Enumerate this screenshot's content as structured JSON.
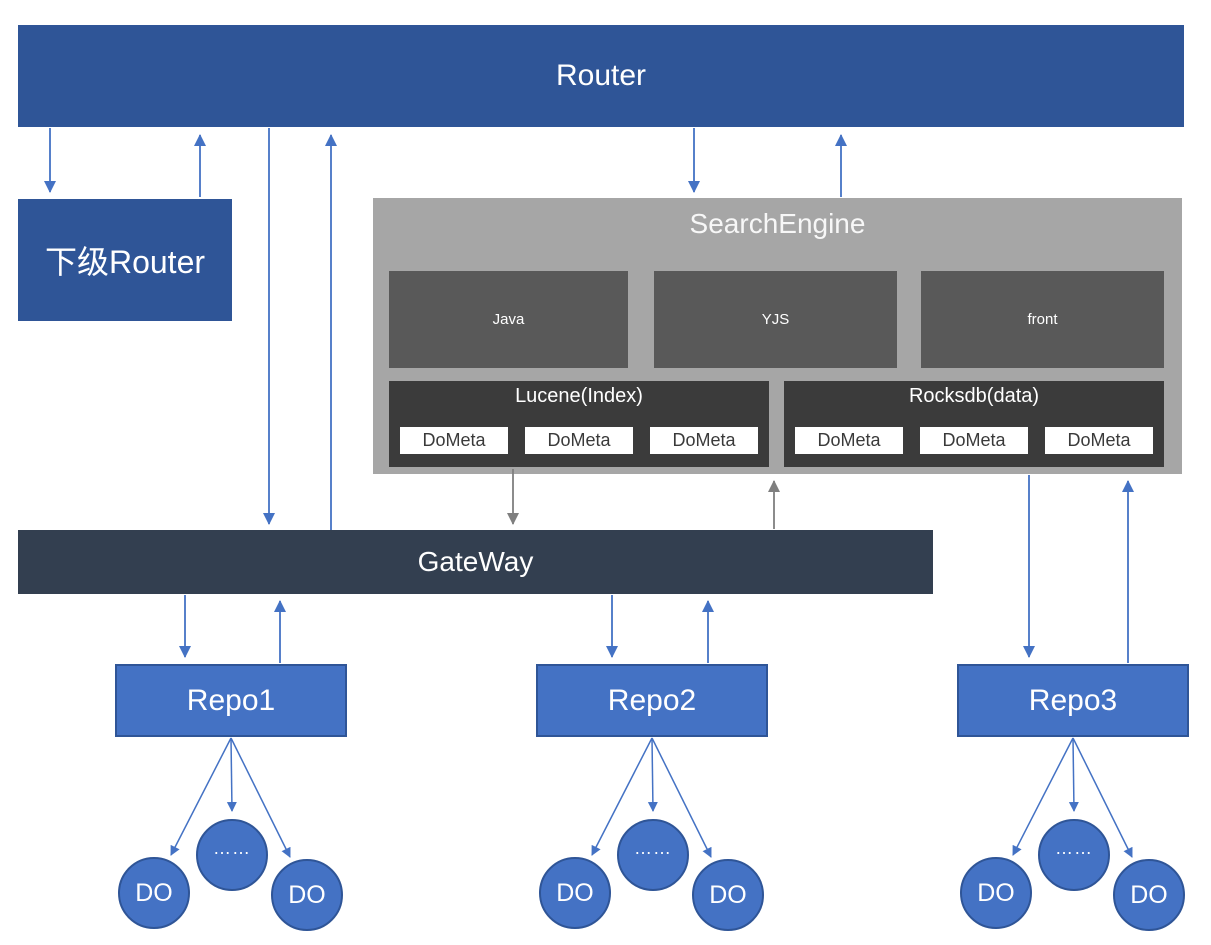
{
  "diagram": {
    "router": "Router",
    "sub_router": "下级Router",
    "search_engine": {
      "title": "SearchEngine",
      "panels": [
        "Java",
        "YJS",
        "front"
      ],
      "stores": [
        {
          "title": "Lucene(Index)",
          "items": [
            "DoMeta",
            "DoMeta",
            "DoMeta"
          ]
        },
        {
          "title": "Rocksdb(data)",
          "items": [
            "DoMeta",
            "DoMeta",
            "DoMeta"
          ]
        }
      ]
    },
    "gateway": "GateWay",
    "repos": [
      "Repo1",
      "Repo2",
      "Repo3"
    ],
    "do_label": "DO",
    "ellipsis": "……"
  },
  "colors": {
    "router_blue": "#2F5597",
    "repo_blue": "#4472C4",
    "repo_border": "#2F5597",
    "gateway_navy": "#333F50",
    "container_gray": "#A6A6A6",
    "panel_gray": "#595959",
    "store_dark": "#3B3B3B",
    "dometa_bg": "#FFFFFF",
    "dometa_text": "#3A3A3A",
    "arrow_blue": "#4472C4",
    "arrow_gray": "#7F7F7F",
    "text_white": "#FFFFFF"
  }
}
